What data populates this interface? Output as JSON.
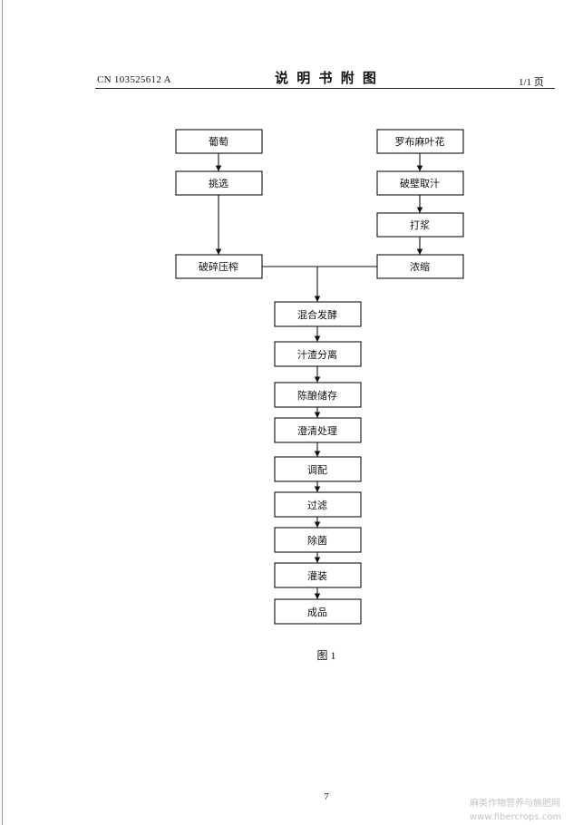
{
  "header": {
    "doc_number": "CN 103525612 A",
    "title": "说 明 书 附 图",
    "page_count": "1/1 页"
  },
  "flowchart": {
    "left_branch": [
      "葡萄",
      "挑选",
      "破碎压榨"
    ],
    "right_branch": [
      "罗布麻叶花",
      "破壁取汁",
      "打浆",
      "浓缩"
    ],
    "main_chain": [
      "混合发酵",
      "汁渣分离",
      "陈酿储存",
      "澄清处理",
      "调配",
      "过滤",
      "除菌",
      "灌装",
      "成品"
    ]
  },
  "caption": "图 1",
  "page_number": "7",
  "watermark": {
    "line1": "麻类作物营养与施肥网",
    "line2": "www.fibercrops.com"
  }
}
